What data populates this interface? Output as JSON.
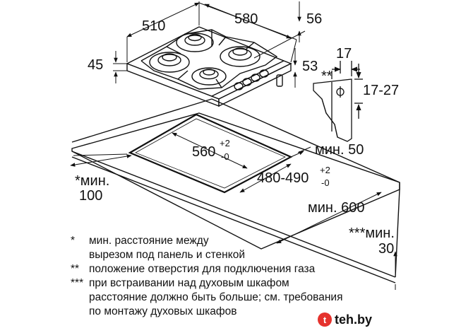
{
  "dimensions": {
    "width": "510",
    "depth": "580",
    "top_offset": "56",
    "height": "45",
    "side": "53",
    "wall_gap": "17",
    "wall_range": "17-27",
    "gas_mark": "**",
    "cutout_width": "560",
    "cutout_width_tol_plus": "+2",
    "cutout_width_tol_minus": "-0",
    "cutout_depth": "480-490",
    "cutout_depth_tol_plus": "+2",
    "cutout_depth_tol_minus": "-0",
    "min_wall": "мин. 50",
    "min_left_label": "*мин.",
    "min_left_value": "100",
    "min_depth": "мин. 600",
    "min_front_label": "***мин.",
    "min_front_value": "30"
  },
  "notes": [
    {
      "mark": "*",
      "lines": [
        "мин. расстояние между",
        "вырезом под панель и стенкой"
      ]
    },
    {
      "mark": "**",
      "lines": [
        "положение отверстия для подключения газа"
      ]
    },
    {
      "mark": "***",
      "lines": [
        "при встраивании над духовым шкафом",
        "расстояние должно быть больше; см. требования",
        "по монтажу духовых шкафов"
      ]
    }
  ],
  "brand": {
    "logo": "t",
    "name": "teh.by"
  }
}
